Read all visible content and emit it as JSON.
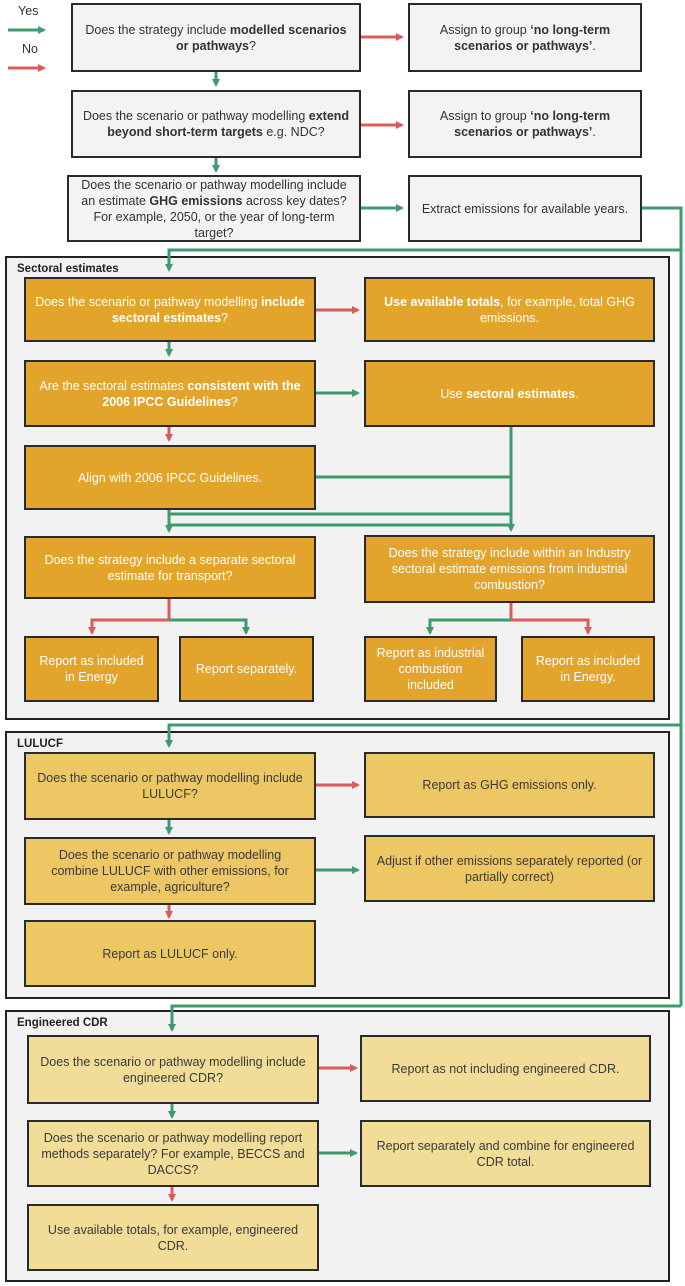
{
  "legend": {
    "yes": "Yes",
    "no": "No",
    "yes_color": "#3e9b6e",
    "no_color": "#d95c5c"
  },
  "top": {
    "q1": {
      "pre": "Does the strategy include ",
      "bold": "modelled scenarios or pathways",
      "post": "?"
    },
    "a1": {
      "pre": "Assign to group ",
      "bold": "‘no long-term scenarios or pathways’",
      "post": "."
    },
    "q2": {
      "pre": "Does the scenario or pathway modelling ",
      "bold": "extend beyond short-term targets",
      "post": " e.g. NDC?"
    },
    "a2": {
      "pre": "Assign to group ",
      "bold": "‘no long-term scenarios or pathways’",
      "post": "."
    },
    "q3": {
      "pre": "Does the scenario or pathway modelling include an estimate ",
      "bold": "GHG emissions",
      "post": " across key dates? For example, 2050, or the year of long-term target?"
    },
    "a3": "Extract emissions for available years."
  },
  "sectoral": {
    "title": "Sectoral estimates",
    "q1": {
      "pre": "Does the scenario or pathway modelling ",
      "bold": "include sectoral estimates",
      "post": "?"
    },
    "a1": {
      "pre": "",
      "bold": "Use available totals",
      "post": ", for example, total GHG emissions."
    },
    "q2": {
      "pre": "Are the sectoral estimates ",
      "bold": "consistent with the 2006 IPCC Guidelines",
      "post": "?"
    },
    "a2": {
      "pre": "Use ",
      "bold": "sectoral estimates",
      "post": "."
    },
    "align": "Align with 2006 IPCC Guidelines.",
    "transport_q": "Does the strategy include a separate sectoral estimate for transport?",
    "industry_q": "Does the strategy include within an Industry sectoral estimate emissions from industrial combustion?",
    "r1": "Report as included in Energy",
    "r2": "Report separately.",
    "r3": "Report as industrial combustion included",
    "r4": "Report as included in Energy."
  },
  "lulucf": {
    "title": "LULUCF",
    "q1": "Does the scenario or pathway modelling include LULUCF?",
    "a1": "Report as GHG emissions only.",
    "q2": "Does the scenario or pathway modelling combine LULUCF with other emissions, for example, agriculture?",
    "a2": "Adjust if other emissions separately reported (or partially correct)",
    "r": "Report as LULUCF only."
  },
  "cdr": {
    "title": "Engineered CDR",
    "q1": "Does the scenario or pathway modelling include engineered CDR?",
    "a1": "Report as not including engineered CDR.",
    "q2": "Does the scenario or pathway modelling report methods separately? For example, BECCS and DACCS?",
    "a2": "Report separately and combine for engineered CDR total.",
    "r": "Use available totals, for example, engineered CDR."
  }
}
